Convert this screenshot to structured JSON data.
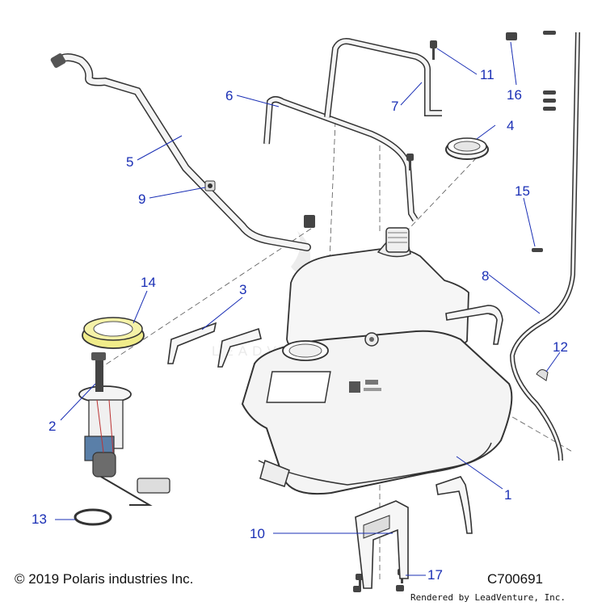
{
  "diagram": {
    "watermark": "LEADVENTURE",
    "callouts": [
      {
        "id": "1",
        "label": "1"
      },
      {
        "id": "2",
        "label": "2"
      },
      {
        "id": "3",
        "label": "3"
      },
      {
        "id": "4",
        "label": "4"
      },
      {
        "id": "5",
        "label": "5"
      },
      {
        "id": "6",
        "label": "6"
      },
      {
        "id": "7",
        "label": "7"
      },
      {
        "id": "8",
        "label": "8"
      },
      {
        "id": "9",
        "label": "9"
      },
      {
        "id": "10",
        "label": "10"
      },
      {
        "id": "11",
        "label": "11"
      },
      {
        "id": "12",
        "label": "12"
      },
      {
        "id": "13",
        "label": "13"
      },
      {
        "id": "14",
        "label": "14"
      },
      {
        "id": "15",
        "label": "15"
      },
      {
        "id": "16",
        "label": "16"
      },
      {
        "id": "17",
        "label": "17"
      }
    ],
    "colors": {
      "callout": "#1a2fb5",
      "part_stroke": "#333333",
      "part_fill": "#f4f4f4",
      "ring_yellow": "#f0ec8a"
    }
  },
  "footer": {
    "copyright": "© 2019 Polaris industries Inc.",
    "drawing_number": "C700691",
    "rendered_by": "Rendered by LeadVenture, Inc."
  }
}
